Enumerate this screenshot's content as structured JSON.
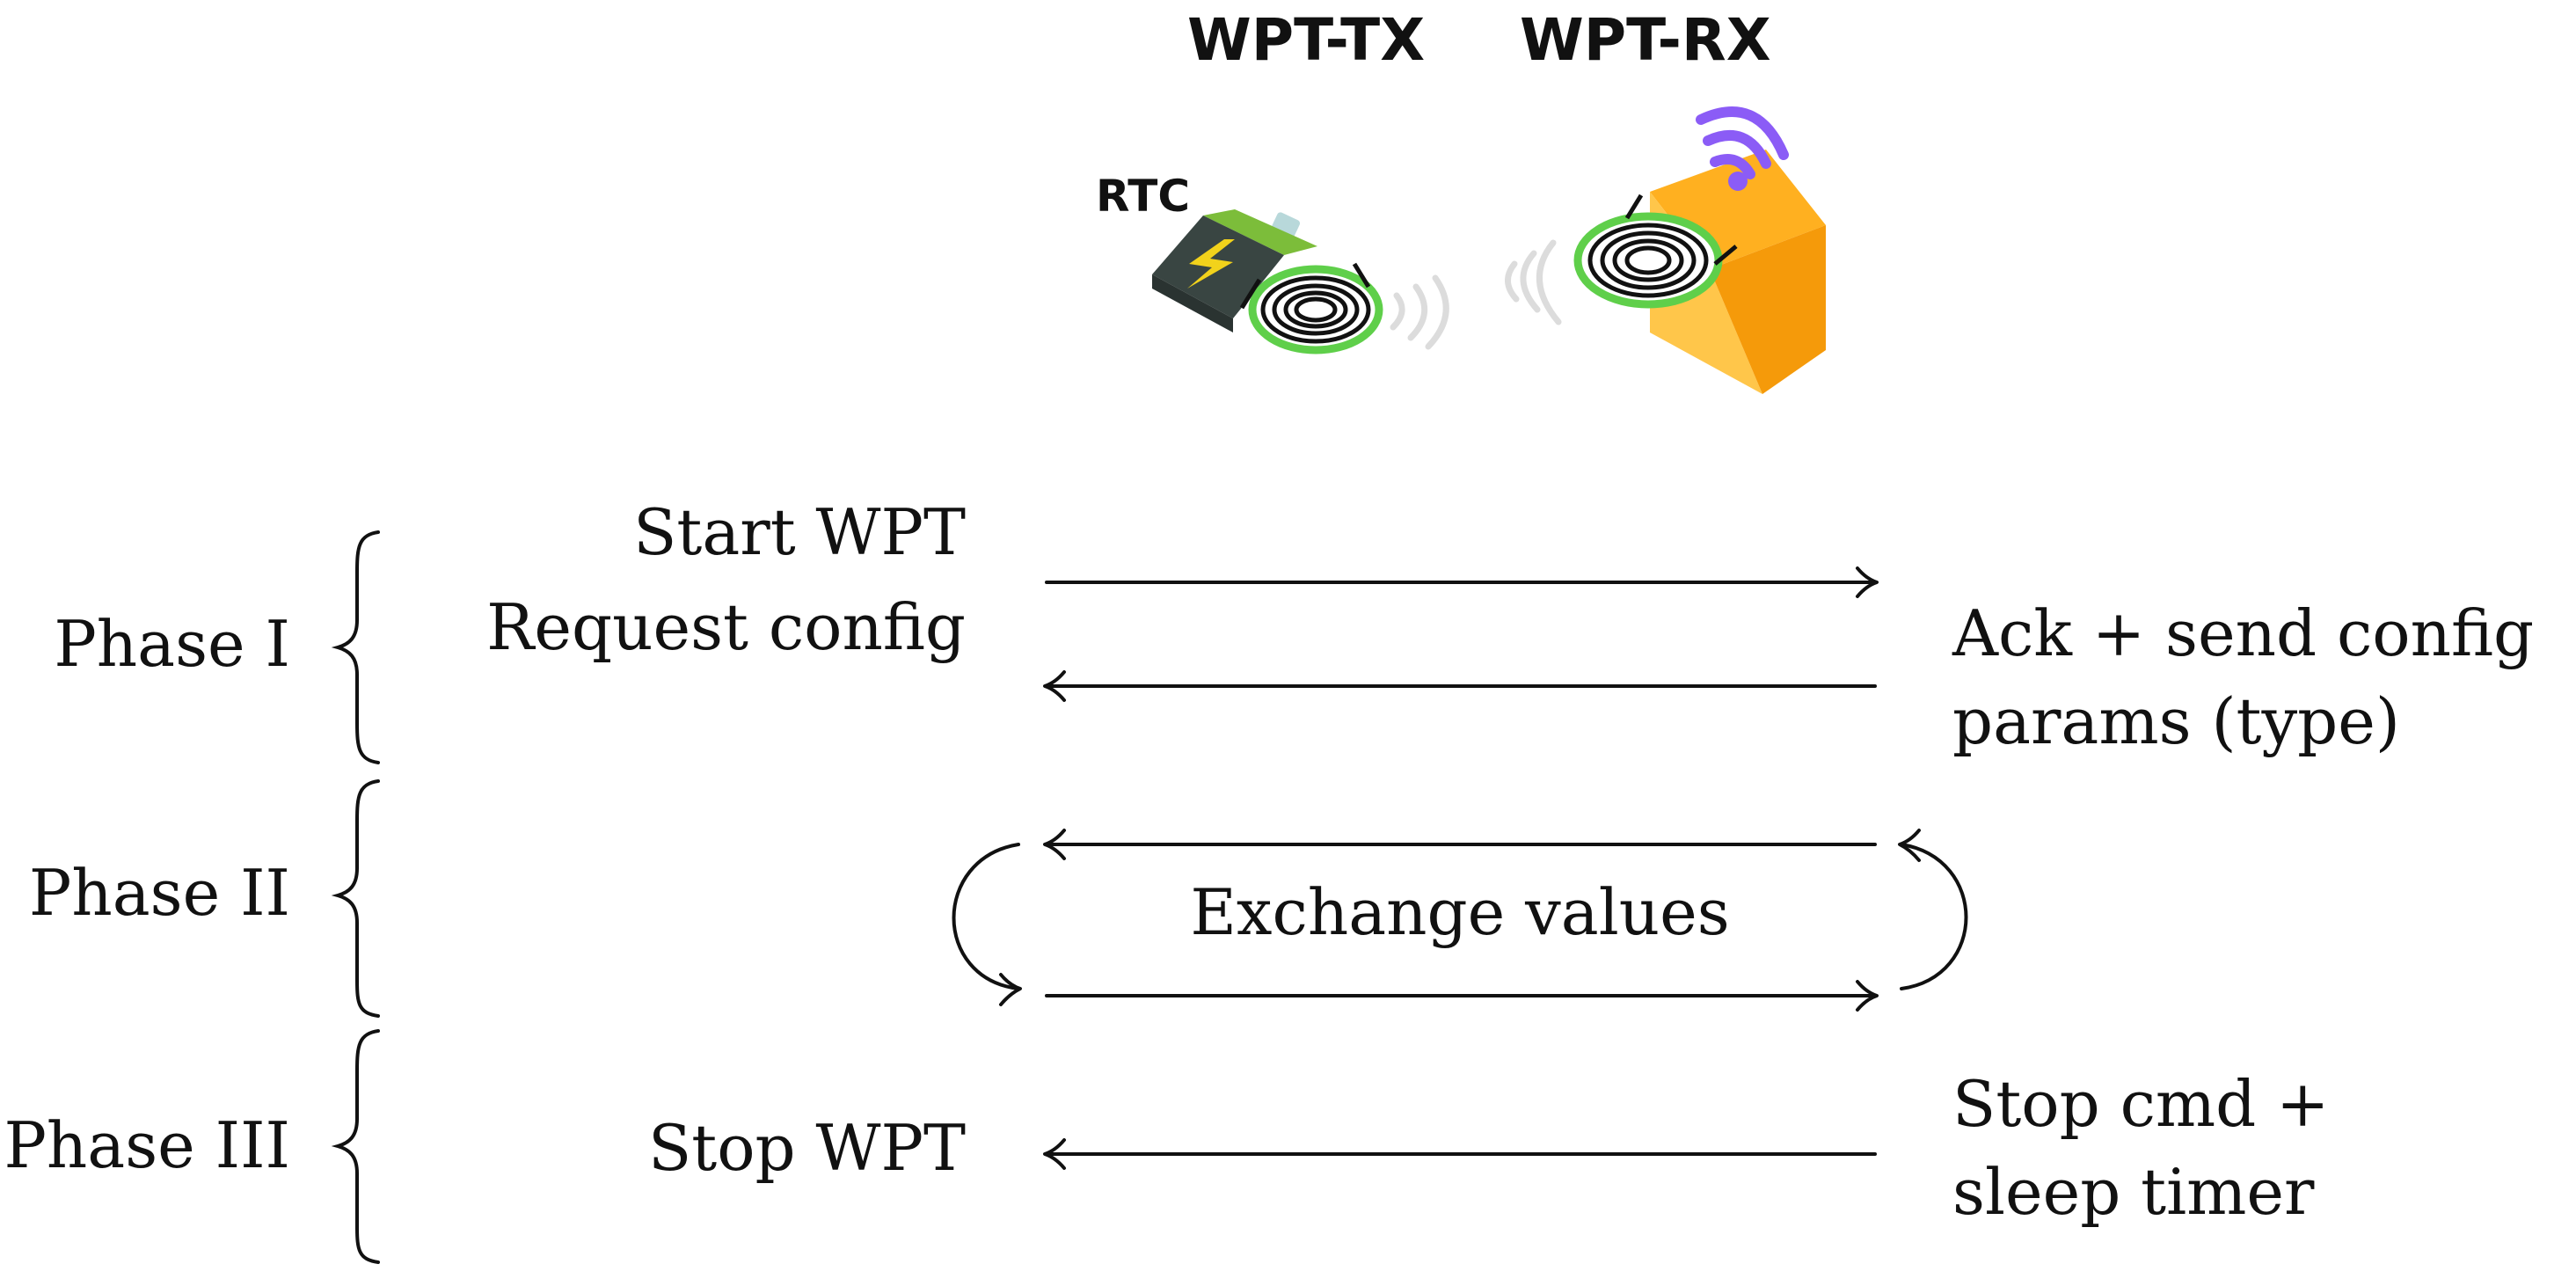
{
  "devices": {
    "tx_label": "WPT-TX",
    "rx_label": "WPT-RX",
    "rtc_label": "RTC"
  },
  "colors": {
    "ink": "#111111",
    "coil_ring": "#5fcf4a",
    "battery_body": "#394542",
    "battery_cap": "#7cbd3a",
    "bolt": "#f2d21b",
    "box_light": "#ffc64a",
    "box_mid": "#ffb020",
    "box_dark": "#f59a0a",
    "signal_purple": "#8b5cf6",
    "signal_grey": "#dcdcdc"
  },
  "phases": [
    {
      "name": "Phase I"
    },
    {
      "name": "Phase II"
    },
    {
      "name": "Phase III"
    }
  ],
  "messages": {
    "start_wpt": "Start WPT",
    "request_config": "Request config",
    "ack_line1": "Ack + send config",
    "ack_line2": "params (type)",
    "exchange_values": "Exchange values",
    "stop_wpt": "Stop WPT",
    "stop_cmd_line1": "Stop cmd +",
    "stop_cmd_line2": "sleep timer"
  }
}
